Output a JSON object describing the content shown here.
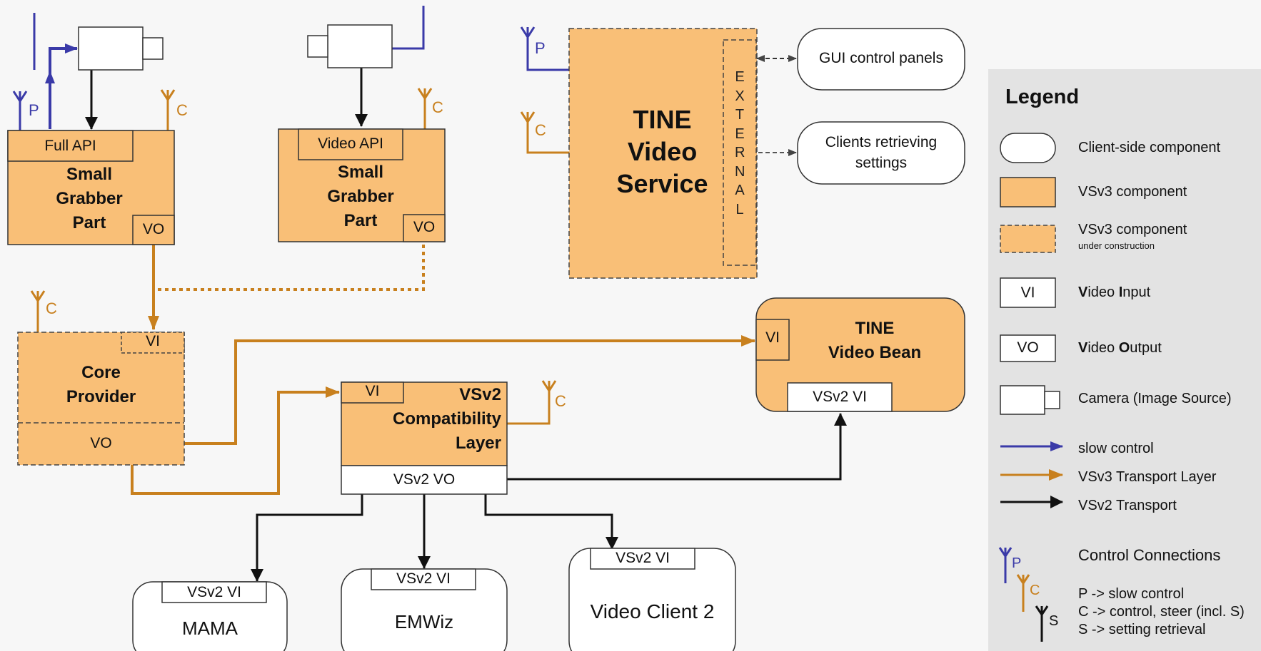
{
  "components": {
    "grabber1": {
      "port_top": "Full API",
      "title": "Small\nGrabber\nPart",
      "port_out": "VO",
      "ctrl_left": "P",
      "ctrl_right": "C"
    },
    "grabber2": {
      "port_top": "Video API",
      "title": "Small\nGrabber\nPart",
      "port_out": "VO",
      "ctrl_right": "C"
    },
    "tine_service": {
      "title": "TINE\nVideo\nService",
      "external": "EXTERNAL",
      "ctrl_p": "P",
      "ctrl_c": "C"
    },
    "gui_panels": {
      "label": "GUI control panels"
    },
    "clients_settings": {
      "label": "Clients retrieving\nsettings"
    },
    "core_provider": {
      "port_in": "VI",
      "title": "Core\nProvider",
      "port_out": "VO",
      "ctrl": "C"
    },
    "vsv2_compat": {
      "port_in": "VI",
      "title": "VSv2\nCompatibility\nLayer",
      "port_out": "VSv2 VO",
      "ctrl": "C"
    },
    "tine_bean": {
      "port_in": "VI",
      "title": "TINE\nVideo Bean",
      "port_bottom": "VSv2 VI"
    },
    "mama": {
      "port": "VSv2 VI",
      "label": "MAMA"
    },
    "emwiz": {
      "port": "VSv2 VI",
      "label": "EMWiz"
    },
    "client2": {
      "port": "VSv2 VI",
      "label": "Video Client 2"
    }
  },
  "legend": {
    "title": "Legend",
    "items": [
      "Client-side component",
      "VSv3 component",
      "VSv3 component",
      "Video Input",
      "Video Output",
      "Camera (Image Source)",
      "slow control",
      "VSv3 Transport Layer",
      "VSv2 Transport",
      "Control Connections"
    ],
    "under_construction": "under construction",
    "vi_box": "VI",
    "vo_box": "VO",
    "vi_bold": "V",
    "vi_rest1": "ideo ",
    "vi_bold2": "I",
    "vi_rest2": "nput",
    "vo_bold": "V",
    "vo_rest1": "ideo ",
    "vo_bold2": "O",
    "vo_rest2": "utput",
    "icon_p": "P",
    "icon_c": "C",
    "icon_s": "S",
    "conn_p": "P -> slow control",
    "conn_c": "C -> control, steer (incl. S)",
    "conn_s": "S -> setting retrieval"
  },
  "colors": {
    "orange_fill": "#f9bf77",
    "orange_line": "#c8801e",
    "blue_line": "#3a3aa8",
    "black_line": "#111111",
    "legend_bg": "#e3e3e3"
  }
}
